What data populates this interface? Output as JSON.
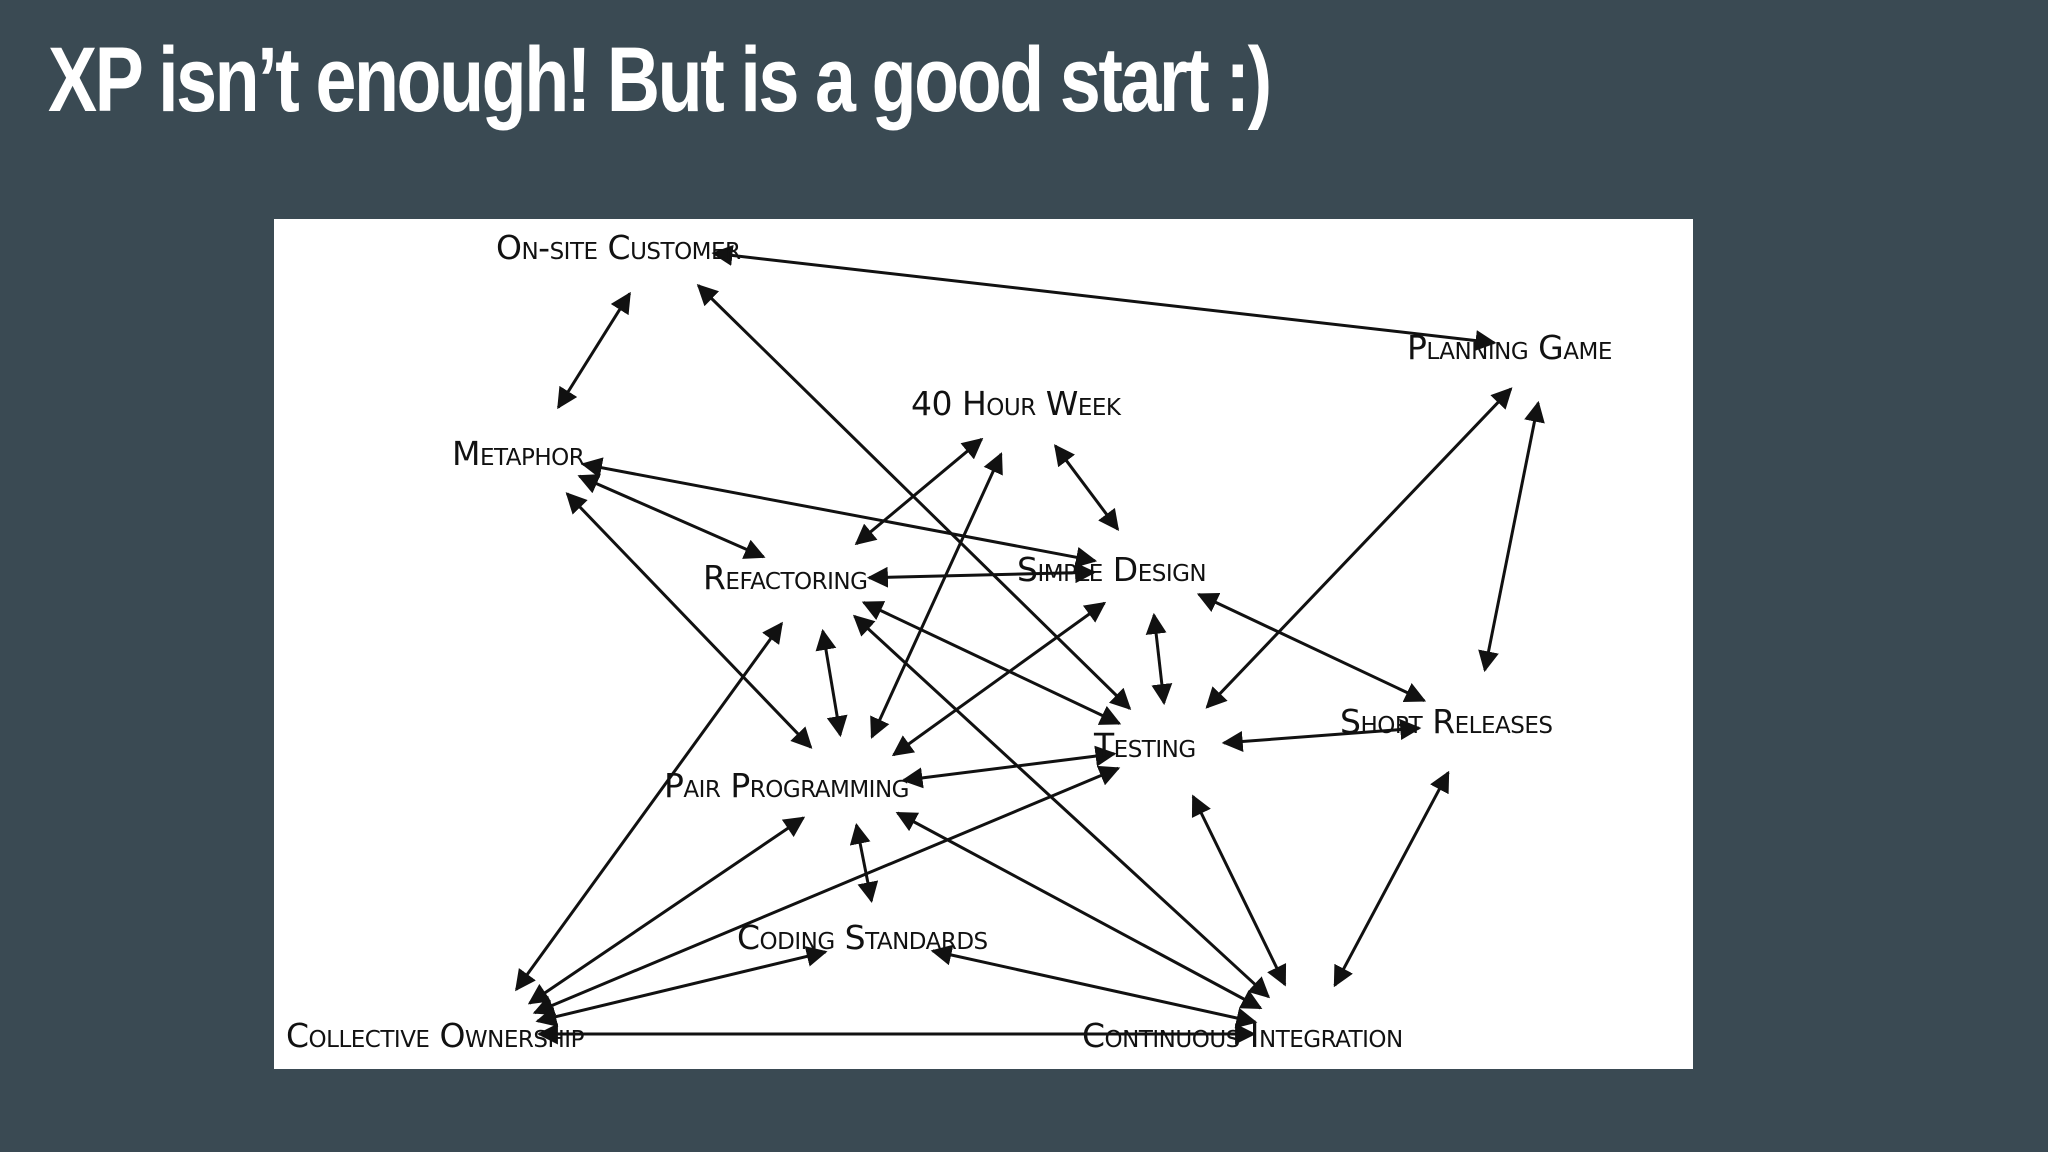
{
  "slide": {
    "title": "XP isn’t enough! But is a good start :)"
  },
  "diagram": {
    "nodes": [
      {
        "id": "onsite",
        "label": "On-site Customer"
      },
      {
        "id": "planning",
        "label": "Planning Game"
      },
      {
        "id": "fortyhour",
        "label": "40 Hour Week"
      },
      {
        "id": "metaphor",
        "label": "Metaphor"
      },
      {
        "id": "refactoring",
        "label": "Refactoring"
      },
      {
        "id": "simpledesign",
        "label": "Simple Design"
      },
      {
        "id": "testing",
        "label": "Testing"
      },
      {
        "id": "shortreleases",
        "label": "Short Releases"
      },
      {
        "id": "pair",
        "label": "Pair Programming"
      },
      {
        "id": "coding",
        "label": "Coding Standards"
      },
      {
        "id": "collective",
        "label": "Collective Ownership"
      },
      {
        "id": "ci",
        "label": "Continuous Integration"
      }
    ],
    "edges": [
      [
        "onsite",
        "planning"
      ],
      [
        "onsite",
        "metaphor"
      ],
      [
        "onsite",
        "testing"
      ],
      [
        "planning",
        "testing"
      ],
      [
        "planning",
        "shortreleases"
      ],
      [
        "fortyhour",
        "refactoring"
      ],
      [
        "fortyhour",
        "pair"
      ],
      [
        "fortyhour",
        "simpledesign"
      ],
      [
        "metaphor",
        "simpledesign"
      ],
      [
        "metaphor",
        "refactoring"
      ],
      [
        "metaphor",
        "pair"
      ],
      [
        "refactoring",
        "simpledesign"
      ],
      [
        "refactoring",
        "pair"
      ],
      [
        "refactoring",
        "collective"
      ],
      [
        "refactoring",
        "testing"
      ],
      [
        "refactoring",
        "ci"
      ],
      [
        "simpledesign",
        "testing"
      ],
      [
        "simpledesign",
        "shortreleases"
      ],
      [
        "simpledesign",
        "pair"
      ],
      [
        "testing",
        "shortreleases"
      ],
      [
        "testing",
        "pair"
      ],
      [
        "testing",
        "collective"
      ],
      [
        "testing",
        "ci"
      ],
      [
        "shortreleases",
        "ci"
      ],
      [
        "pair",
        "coding"
      ],
      [
        "pair",
        "collective"
      ],
      [
        "pair",
        "ci"
      ],
      [
        "coding",
        "collective"
      ],
      [
        "coding",
        "ci"
      ],
      [
        "collective",
        "ci"
      ]
    ]
  }
}
